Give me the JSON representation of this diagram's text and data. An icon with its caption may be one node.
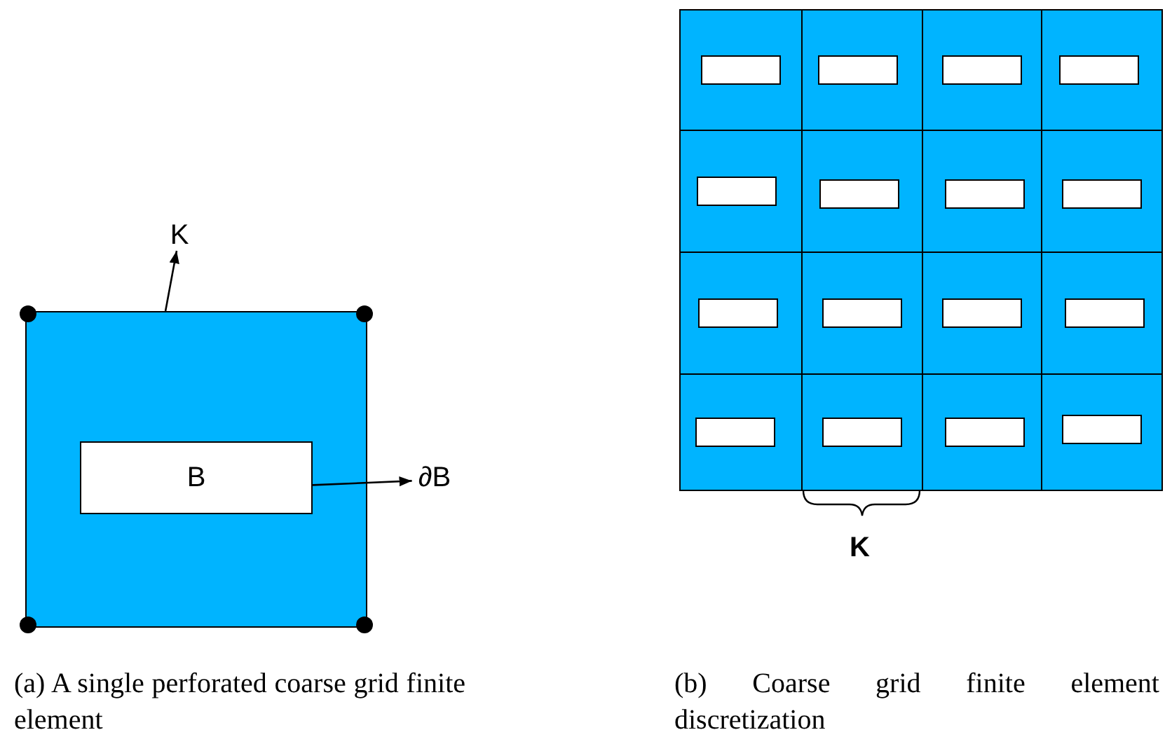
{
  "diagram": {
    "nodes": [
      {
        "text": [
          "K"
        ]
      },
      {
        "text": [],
        "shape": "box"
      },
      {
        "text": [
          "B"
        ],
        "in": 1
      },
      {
        "text": [
          "∂B"
        ]
      }
    ],
    "edges": [
      {
        "from": 1,
        "to": 0,
        "arrow": "to"
      },
      {
        "from": 2,
        "to": 3,
        "arrow": "to"
      }
    ],
    "labels": [
      "K",
      "(a) A single perforated coarse grid finite element",
      "(b) Coarse grid finite element discretization"
    ]
  }
}
